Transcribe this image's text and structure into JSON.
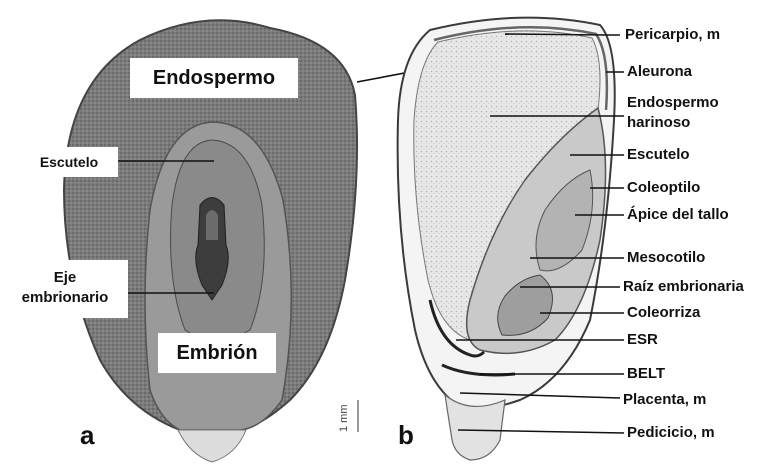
{
  "panel_a": {
    "letter": "a",
    "labels": {
      "endosperm": "Endospermo",
      "scutellum": "Escutelo",
      "axis_line1": "Eje",
      "axis_line2": "embrionario",
      "embryo": "Embrión"
    },
    "scale_bar": "1 mm"
  },
  "panel_b": {
    "letter": "b",
    "labels": [
      "Pericarpio, m",
      "Aleurona",
      "Endospermo",
      "harinoso",
      "Escutelo",
      "Coleoptilo",
      "Ápice del tallo",
      "Mesocotilo",
      "Raíz embrionaria",
      "Coleorriza",
      "ESR",
      "BELT",
      "Placenta, m",
      "Pedicicio, m"
    ]
  }
}
